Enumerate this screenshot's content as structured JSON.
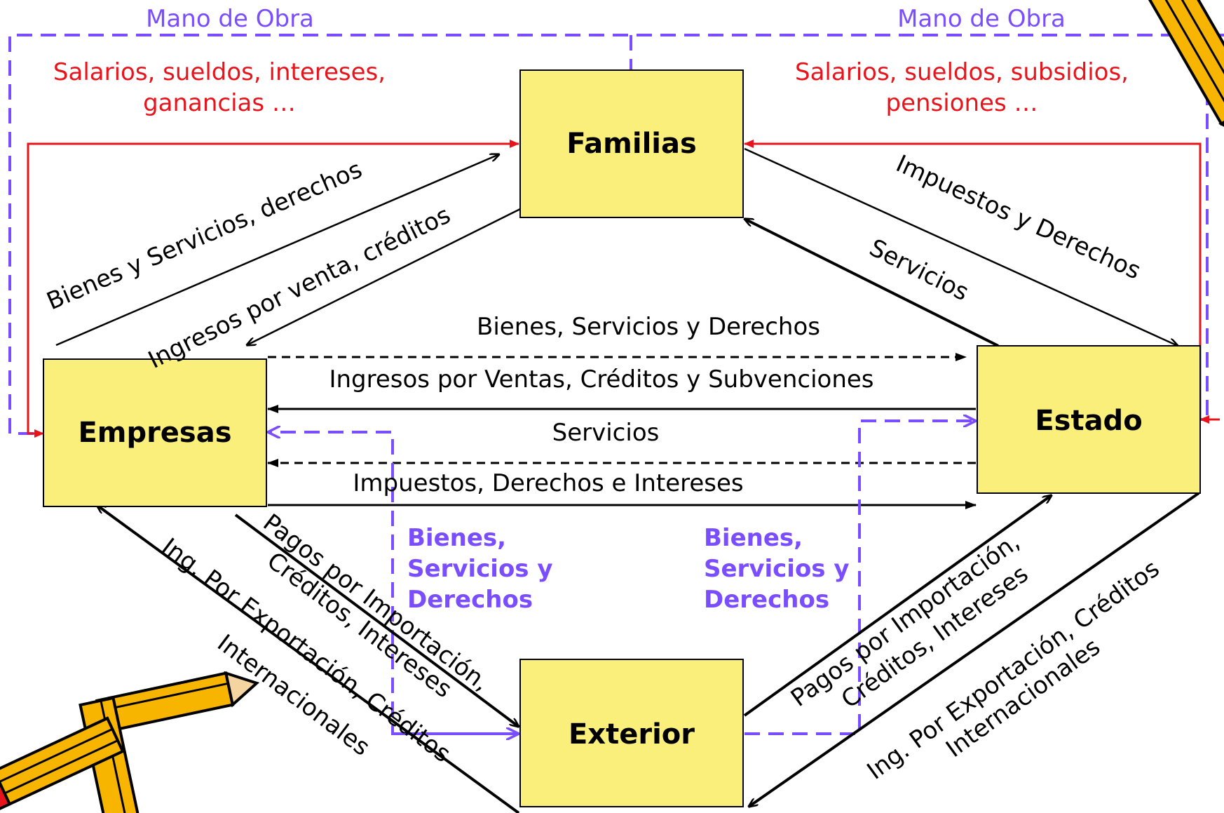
{
  "nodes": {
    "familias": "Familias",
    "empresas": "Empresas",
    "estado": "Estado",
    "exterior": "Exterior"
  },
  "flows": {
    "mano_obra_left": "Mano de Obra",
    "mano_obra_right": "Mano de Obra",
    "salarios_left_1": "Salarios, sueldos, intereses,",
    "salarios_left_2": "ganancias …",
    "salarios_right_1": "Salarios, sueldos, subsidios,",
    "salarios_right_2": "pensiones …",
    "bienes_servicios_derechos_diag": "Bienes y Servicios, derechos",
    "ingresos_venta_creditos": "Ingresos por venta, créditos",
    "impuestos_derechos": "Impuestos y Derechos",
    "servicios_estado_familias": "Servicios",
    "bienes_servicios_derechos": "Bienes, Servicios y Derechos",
    "ingresos_ventas_creditos_subvenciones": "Ingresos por Ventas, Créditos y Subvenciones",
    "servicios_estado_empresas": "Servicios",
    "impuestos_derechos_intereses": "Impuestos, Derechos e Intereses",
    "bienes_left_1": "Bienes,",
    "bienes_left_2": "Servicios y",
    "bienes_left_3": "Derechos",
    "bienes_right_1": "Bienes,",
    "bienes_right_2": "Servicios y",
    "bienes_right_3": "Derechos",
    "pagos_importacion_left_1": "Pagos por Importación,",
    "pagos_importacion_left_2": "Créditos, Intereses",
    "ing_exportacion_left_1": "Ing. Por Exportación, Créditos",
    "ing_exportacion_left_2": "Internacionales",
    "pagos_importacion_right_1": "Pagos por Importación,",
    "pagos_importacion_right_2": "Créditos, Intereses",
    "ing_exportacion_right_1": "Ing. Por Exportación, Créditos",
    "ing_exportacion_right_2": "Internacionales"
  },
  "colors": {
    "box_fill": "#fbef7b",
    "red": "#e8141c",
    "purple": "#7a4dff",
    "pencil_yellow": "#f7b500",
    "pencil_green": "#1aa028"
  },
  "decorations": {
    "top_right": "pencil-icon",
    "bottom_left": "pencils-icon"
  }
}
